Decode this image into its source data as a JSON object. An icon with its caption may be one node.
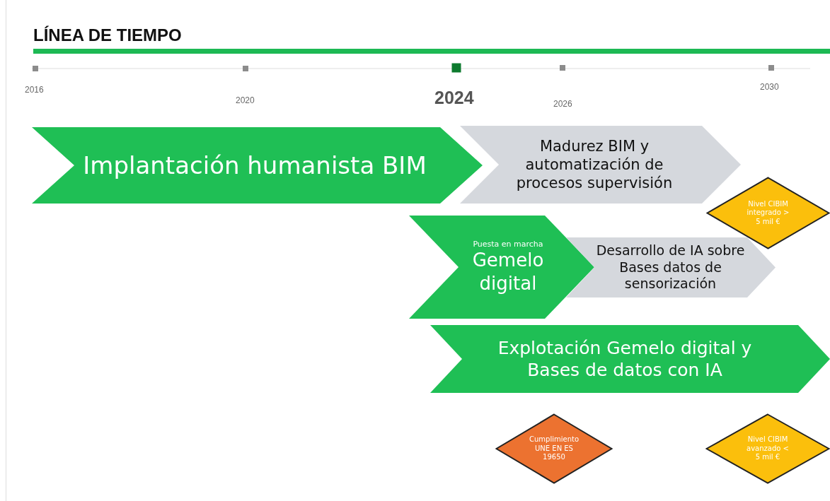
{
  "diagram": {
    "title": "LÍNEA DE TIEMPO",
    "nodes": [
      {
        "text": [
          "Implantación humanista BIM"
        ]
      },
      {
        "text": [
          "Madurez BIM y automatización de procesos supervisión"
        ]
      },
      {
        "text": [
          "Nivel CIBIM integrado > 5 mil €"
        ]
      },
      {
        "text": [
          "Puesta en marcha",
          "Gemelo digital"
        ]
      },
      {
        "text": [
          "Desarrollo de IA sobre Bases datos de sensorización"
        ]
      },
      {
        "text": [
          "Explotación Gemelo digital y Bases de datos con IA"
        ]
      },
      {
        "text": [
          "Cumplimiento UNE EN ES 19650"
        ]
      },
      {
        "text": [
          "Nivel CIBIM avanzado < 5 mil €"
        ]
      }
    ],
    "labels": [
      "2016",
      "2020",
      "2024",
      "2026",
      "2030"
    ]
  }
}
